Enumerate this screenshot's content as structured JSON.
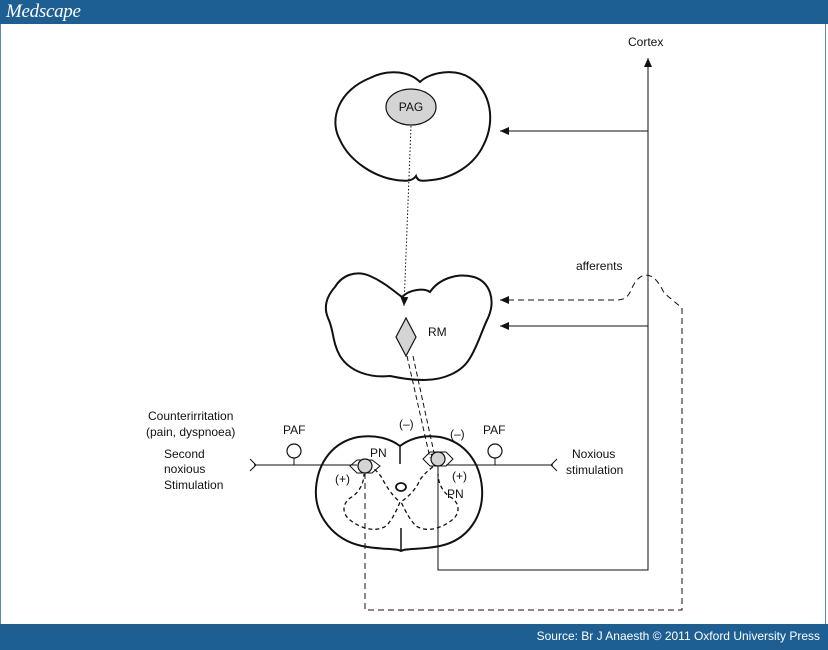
{
  "header": {
    "brand": "Medscape"
  },
  "footer": {
    "source": "Source: Br J Anaesth © 2011 Oxford University Press"
  },
  "diagram": {
    "labels": {
      "cortex": "Cortex",
      "pag": "PAG",
      "afferents": "afferents",
      "rm": "RM",
      "counterirritation": "Counterirritation",
      "pain_dyspnoea": "(pain, dyspnoea)",
      "second": "Second",
      "noxious": "noxious",
      "stimulation": "Stimulation",
      "paf_left": "PAF",
      "paf_right": "PAF",
      "minus_left": "(–)",
      "minus_right": "(–)",
      "pn_left": "PN",
      "pn_right": "PN",
      "plus_left": "(+)",
      "plus_right": "(+)",
      "noxious_right": "Noxious",
      "stimulation_right": "stimulation"
    },
    "colors": {
      "node_fill": "#d4d4d4",
      "stroke": "#111111",
      "bar": "#1e5f93"
    }
  }
}
